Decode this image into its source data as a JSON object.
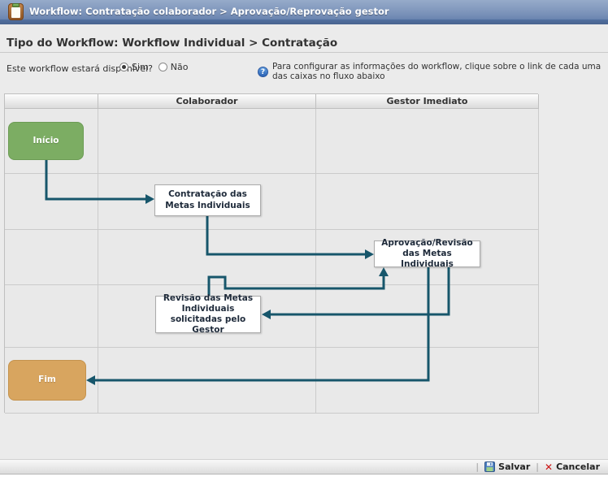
{
  "titlebar": {
    "icon": "clipboard-icon",
    "title": "Workflow: Contratação colaborador > Aprovação/Reprovação gestor"
  },
  "page": {
    "title": "Tipo do Workflow: Workflow Individual > Contratação"
  },
  "availability": {
    "question": "Este workflow estará disponível?",
    "options": [
      {
        "label": "Sim",
        "selected": true
      },
      {
        "label": "Não",
        "selected": false
      }
    ]
  },
  "hint": {
    "icon": "help-icon",
    "text": "Para configurar as informações do workflow, clique sobre o link de cada uma das caixas no fluxo abaixo"
  },
  "grid": {
    "columns": [
      "",
      "Colaborador",
      "Gestor Imediato"
    ]
  },
  "flow": {
    "nodes": {
      "inicio": {
        "label": "Início",
        "type": "start"
      },
      "contratacao": {
        "label": "Contratação das Metas Individuais",
        "type": "task",
        "lane": "Colaborador"
      },
      "aprovacao": {
        "label": "Aprovação/Revisão das Metas Individuais",
        "type": "task",
        "lane": "Gestor Imediato"
      },
      "revisao": {
        "label": "Revisão das Metas Individuais solicitadas pelo Gestor",
        "type": "task",
        "lane": "Colaborador"
      },
      "fim": {
        "label": "Fim",
        "type": "end"
      }
    },
    "edges": [
      "Início -> Contratação das Metas Individuais",
      "Contratação das Metas Individuais -> Aprovação/Revisão das Metas Individuais",
      "Revisão das Metas Individuais solicitadas pelo Gestor -> Aprovação/Revisão das Metas Individuais",
      "Aprovação/Revisão das Metas Individuais -> Revisão das Metas Individuais solicitadas pelo Gestor",
      "Aprovação/Revisão das Metas Individuais -> Fim"
    ]
  },
  "actions": {
    "save": "Salvar",
    "cancel": "Cancelar"
  },
  "colors": {
    "connector": "#17566B",
    "start_node": "#7CAD63",
    "end_node": "#D8A55F",
    "titlebar_blue": "#6A85B0"
  }
}
